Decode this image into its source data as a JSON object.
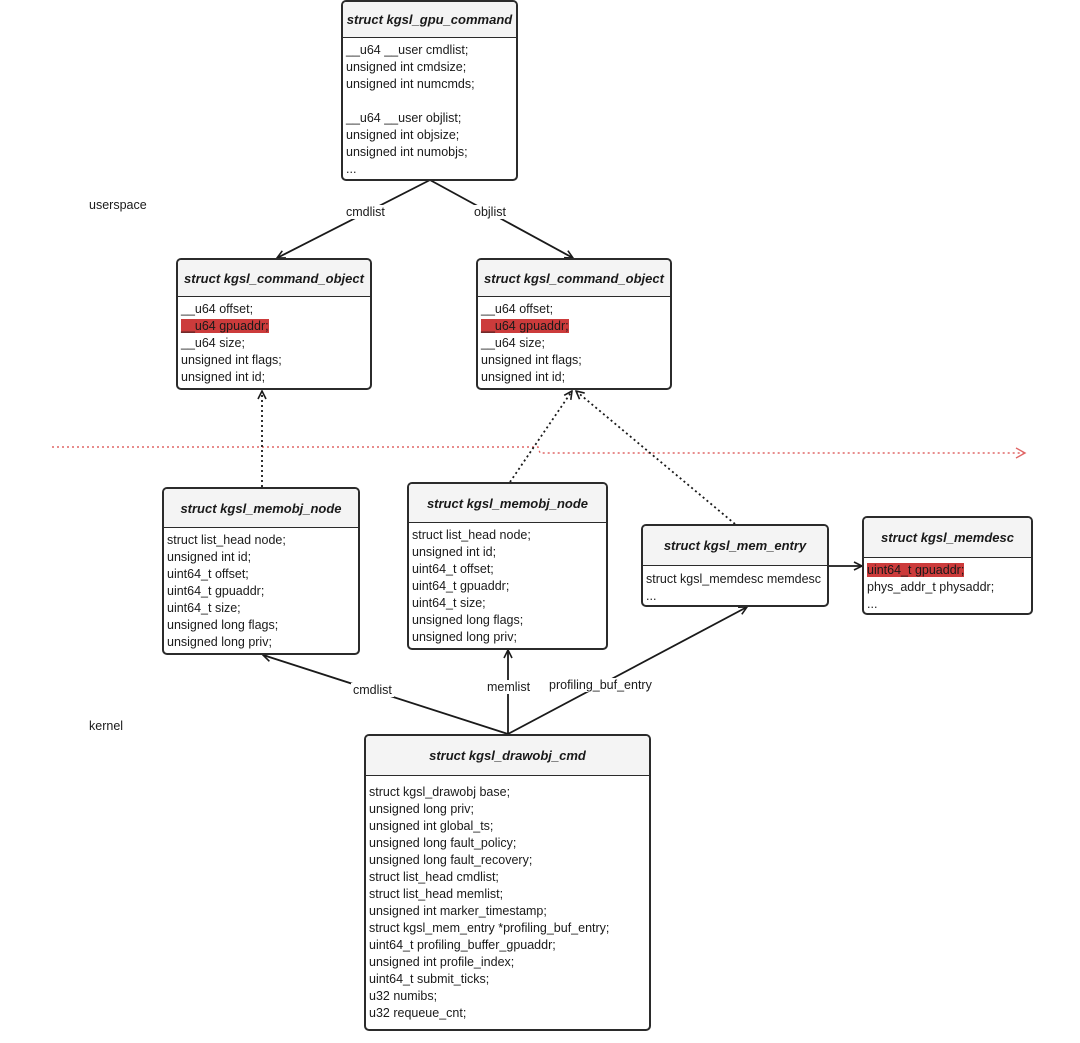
{
  "regions": {
    "user": "userspace",
    "kernel": "kernel"
  },
  "edges": {
    "top_cmdlist": "cmdlist",
    "top_objlist": "objlist",
    "bottom_cmdlist": "cmdlist",
    "bottom_memlist": "memlist",
    "bottom_profiling": "profiling_buf_entry"
  },
  "boxes": {
    "gpu_command": {
      "title": "struct kgsl_gpu_command",
      "lines": [
        "__u64 __user cmdlist;",
        "unsigned int cmdsize;",
        "unsigned int numcmds;",
        "",
        "__u64 __user objlist;",
        "unsigned int objsize;",
        "unsigned int numobjs;",
        "..."
      ]
    },
    "cmd_obj_left": {
      "title": "struct kgsl_command_object",
      "lines": [
        "__u64 offset;",
        "__u64 gpuaddr;",
        "__u64 size;",
        "unsigned int flags;",
        "unsigned int id;"
      ]
    },
    "cmd_obj_right": {
      "title": "struct kgsl_command_object",
      "lines": [
        "__u64 offset;",
        "__u64 gpuaddr;",
        "__u64 size;",
        "unsigned int flags;",
        "unsigned int id;"
      ]
    },
    "memobj_left": {
      "title": "struct kgsl_memobj_node",
      "lines": [
        "struct list_head node;",
        "unsigned int id;",
        "uint64_t offset;",
        "uint64_t gpuaddr;",
        "uint64_t size;",
        "unsigned long flags;",
        "unsigned long priv;"
      ]
    },
    "memobj_mid": {
      "title": "struct kgsl_memobj_node",
      "lines": [
        "struct list_head node;",
        "unsigned int id;",
        "uint64_t offset;",
        "uint64_t gpuaddr;",
        "uint64_t size;",
        "unsigned long flags;",
        "unsigned long priv;"
      ]
    },
    "mem_entry": {
      "title": "struct kgsl_mem_entry",
      "lines": [
        "struct kgsl_memdesc memdesc",
        "..."
      ]
    },
    "memdesc": {
      "title": "struct kgsl_memdesc",
      "lines": [
        "uint64_t gpuaddr;",
        "phys_addr_t physaddr;",
        "..."
      ]
    },
    "drawobj_cmd": {
      "title": "struct kgsl_drawobj_cmd",
      "lines": [
        "struct kgsl_drawobj base;",
        "unsigned long priv;",
        "unsigned int global_ts;",
        "unsigned long fault_policy;",
        "unsigned long fault_recovery;",
        "struct list_head cmdlist;",
        "struct list_head memlist;",
        "unsigned int marker_timestamp;",
        "struct kgsl_mem_entry *profiling_buf_entry;",
        "uint64_t profiling_buffer_gpuaddr;",
        "unsigned int profile_index;",
        "uint64_t submit_ticks;",
        "u32 numibs;",
        "u32 requeue_cnt;"
      ]
    }
  },
  "colors": {
    "highlight": "#cc3b3b",
    "boundary": "#e06666",
    "border": "#2b2b2b",
    "header_bg": "#f4f4f4"
  }
}
